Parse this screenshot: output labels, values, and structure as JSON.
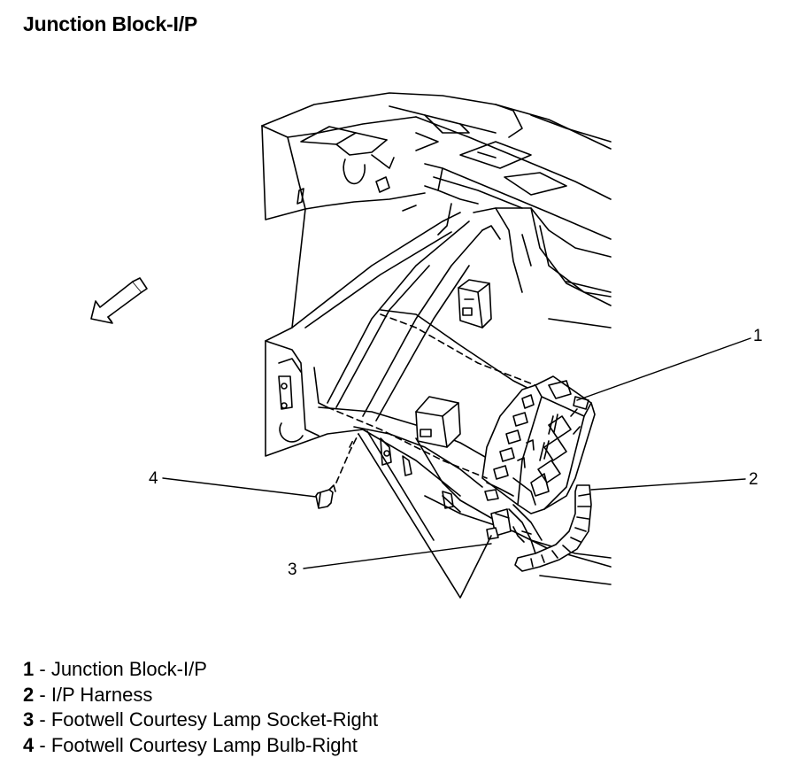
{
  "title": "Junction Block-I/P",
  "callouts": [
    {
      "number": "1"
    },
    {
      "number": "2"
    },
    {
      "number": "3"
    },
    {
      "number": "4"
    }
  ],
  "legend": [
    {
      "number": "1",
      "separator": " - ",
      "text": "Junction Block-I/P"
    },
    {
      "number": "2",
      "separator": " - ",
      "text": "I/P Harness"
    },
    {
      "number": "3",
      "separator": " - ",
      "text": "Footwell Courtesy Lamp Socket-Right"
    },
    {
      "number": "4",
      "separator": " - ",
      "text": "Footwell Courtesy Lamp Bulb-Right"
    }
  ],
  "colors": {
    "line": "#000000",
    "background": "#ffffff"
  },
  "icons": {
    "direction_arrow": "forward-arrow-icon"
  }
}
